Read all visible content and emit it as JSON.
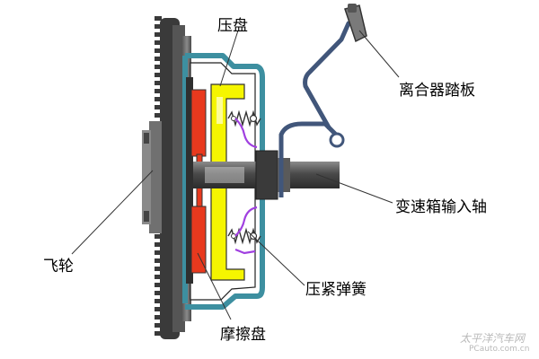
{
  "labels": {
    "pressure_plate": "压盘",
    "clutch_pedal": "离合器踏板",
    "gearbox_input_shaft": "变速箱输入轴",
    "flywheel": "飞轮",
    "pressure_spring": "压紧弹簧",
    "friction_disc": "摩擦盘"
  },
  "watermark": {
    "line1": "太平洋汽车网",
    "line2": "PCauto.com.cn"
  },
  "colors": {
    "flywheel_gear": "#3a3a3a",
    "flywheel_body": "#6f6f6f",
    "housing_outline": "#3d8fa0",
    "housing_fill": "#ffffff",
    "pressure_plate": "#f5f500",
    "friction_disc": "#e8391e",
    "release_cable": "#7a28c8",
    "shaft": "#555555",
    "pedal_arm": "#41567a"
  }
}
